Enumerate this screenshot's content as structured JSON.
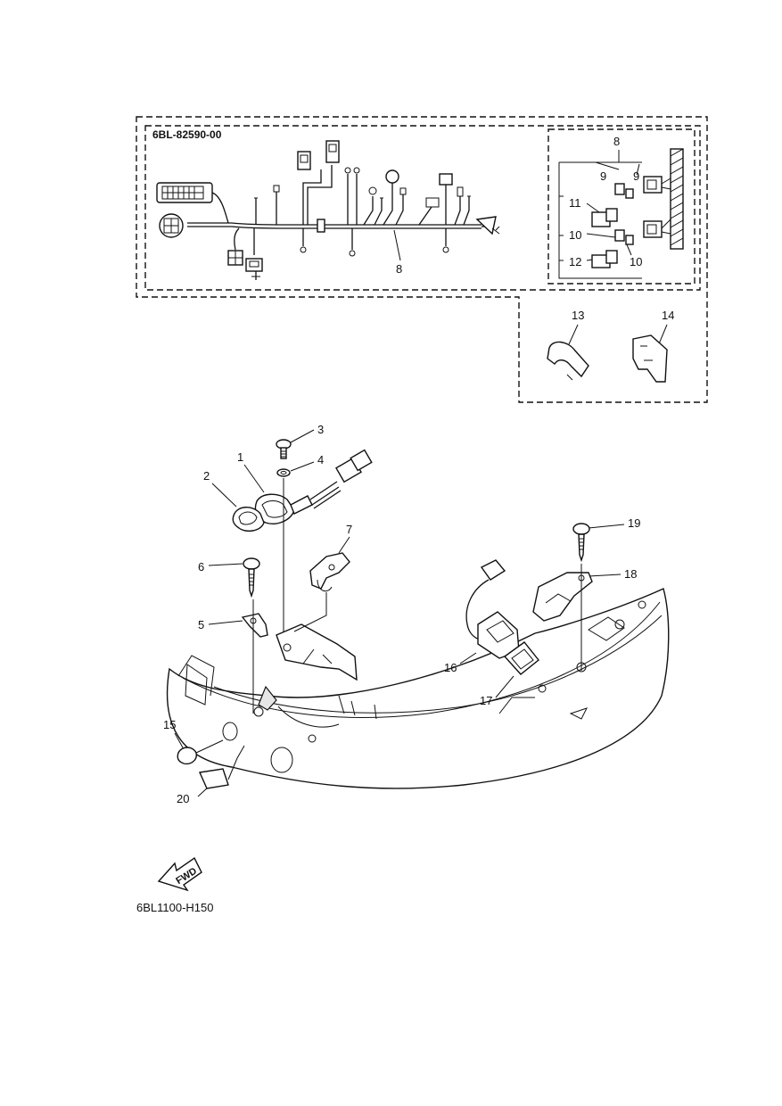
{
  "kit_code": "6BL-82590-00",
  "figure_code": "6BL1100-H150",
  "fwd_label": "FWD",
  "callouts": {
    "c1": "1",
    "c2": "2",
    "c3": "3",
    "c4": "4",
    "c5": "5",
    "c6": "6",
    "c7": "7",
    "c8_harness": "8",
    "c8_detail": "8",
    "c9a": "9",
    "c9b": "9",
    "c10a": "10",
    "c10b": "10",
    "c11": "11",
    "c12": "12",
    "c13": "13",
    "c14": "14",
    "c15": "15",
    "c16": "16",
    "c17": "17",
    "c18": "18",
    "c19": "19",
    "c20": "20"
  }
}
